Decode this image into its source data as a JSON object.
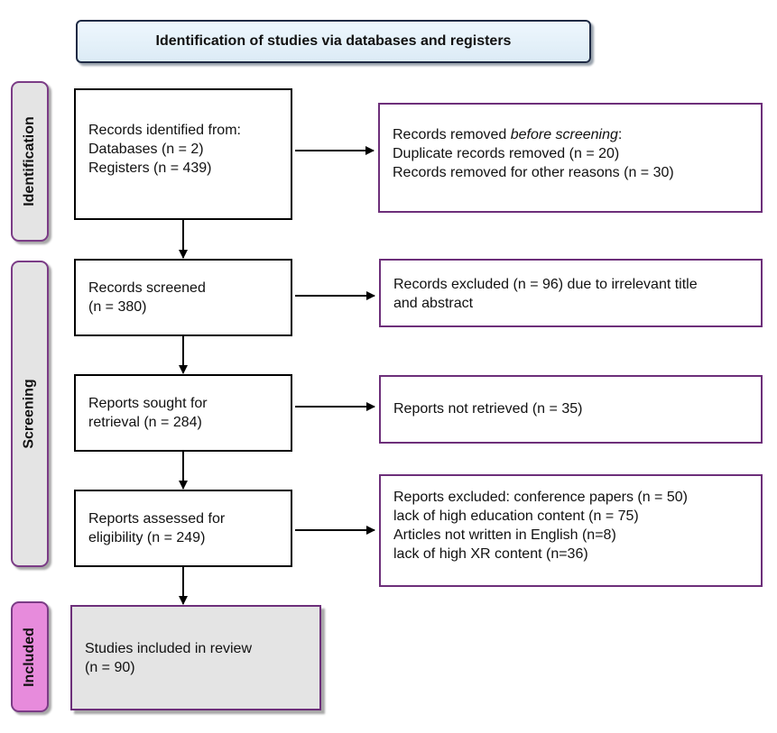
{
  "header": {
    "title": "Identification of studies via databases and registers"
  },
  "phases": {
    "identification": "Identification",
    "screening": "Screening",
    "included": "Included"
  },
  "boxes": {
    "identified": {
      "line1": "Records identified from:",
      "line2": "Databases (n = 2)",
      "line3": "Registers (n = 439)"
    },
    "removed": {
      "line1_prefix": "Records removed ",
      "line1_italic": "before screening",
      "line1_suffix": ":",
      "line2": "Duplicate records removed  (n = 20)",
      "line3": "Records removed for other reasons (n = 30)"
    },
    "screened": {
      "line1": "Records screened",
      "line2": "(n = 380)"
    },
    "excluded": {
      "line1": "Records excluded (n = 96) due to irrelevant title",
      "line2": "and abstract"
    },
    "sought": {
      "line1": "Reports sought for",
      "line2": "retrieval (n = 284)"
    },
    "not_retrieved": {
      "line1": "Reports not retrieved (n = 35)"
    },
    "assessed": {
      "line1": "Reports assessed for",
      "line2": "eligibility (n = 249)"
    },
    "reports_excluded": {
      "line1": "Reports excluded: conference papers (n = 50)",
      "line2": "lack of high education content (n = 75)",
      "line3": "Articles not written in English (n=8)",
      "line4": "lack of high XR content (n=36)"
    },
    "included": {
      "line1": "Studies included in review",
      "line2": "(n = 90)"
    }
  }
}
